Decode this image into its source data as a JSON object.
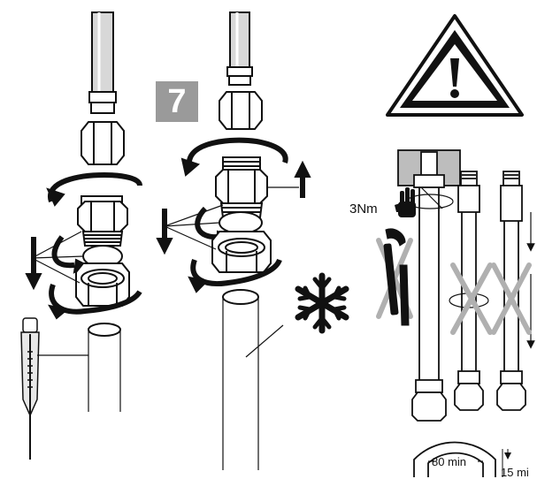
{
  "step": {
    "number": "7"
  },
  "labels": {
    "torque": "3Nm",
    "bend_radius": "80 min",
    "clearance": "15 mi"
  },
  "icons": {
    "warning": "warning-triangle-icon",
    "freeze": "snowflake-icon",
    "hand": "hand-icon",
    "wrench": "wrench-icon"
  },
  "colors": {
    "step_badge": "#9a9a9a",
    "cross": "#b0b0b0",
    "line": "#111111"
  }
}
